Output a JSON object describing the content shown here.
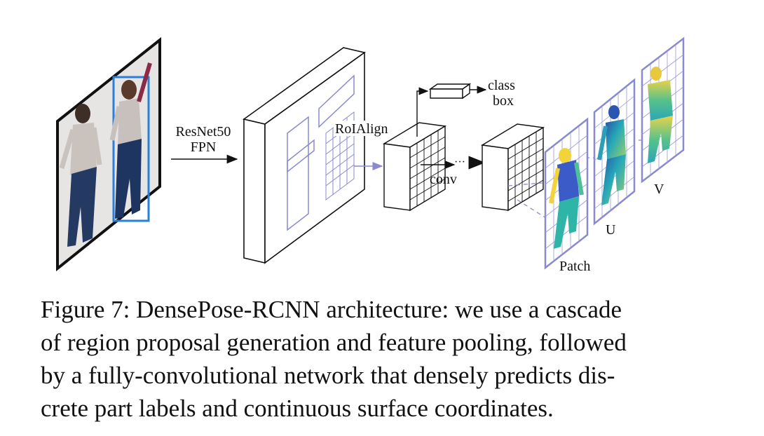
{
  "diagram": {
    "labels": {
      "backbone_line1": "ResNet50",
      "backbone_line2": "FPN",
      "roialign": "RoIAlign",
      "class": "class",
      "box": "box",
      "conv": "conv",
      "dots": "···",
      "patch": "Patch",
      "u": "U",
      "v": "V"
    },
    "colors": {
      "line": "#111111",
      "accent": "#8a8ad0",
      "person_box": "#2b7fd8"
    }
  },
  "caption": {
    "lines": [
      "Figure 7: DensePose-RCNN architecture: we use a cascade",
      "of region proposal generation and feature pooling, followed",
      "by a fully-convolutional network that densely predicts dis-",
      "crete part labels and continuous surface coordinates."
    ]
  }
}
